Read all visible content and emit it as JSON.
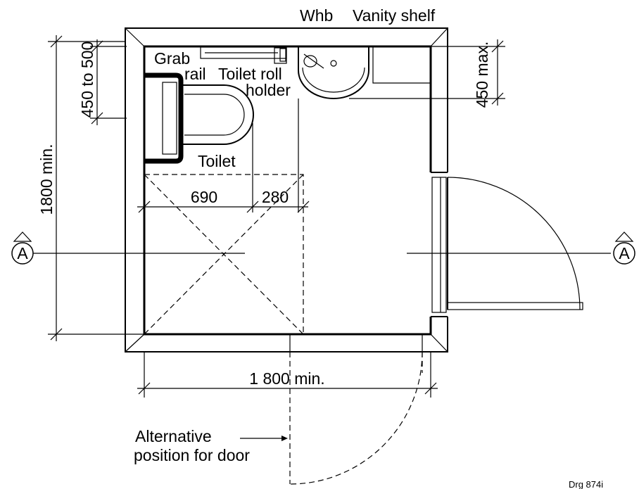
{
  "labels": {
    "whb": "Whb",
    "vanity_shelf": "Vanity shelf",
    "grab_line1": "Grab",
    "grab_line2": "rail",
    "toilet_roll_line1": "Toilet roll",
    "toilet_roll_line2": "holder",
    "toilet": "Toilet",
    "alt_door_line1": "Alternative",
    "alt_door_line2": "position for door",
    "drawing_ref": "Drg 874i",
    "section_left": "A",
    "section_right": "A"
  },
  "dimensions": {
    "height_total": "1800 min.",
    "width_total": "1 800 min.",
    "grab_rail_height": "450 to 500",
    "basin_max": "450 max.",
    "clearance_690": "690",
    "clearance_280": "280"
  }
}
